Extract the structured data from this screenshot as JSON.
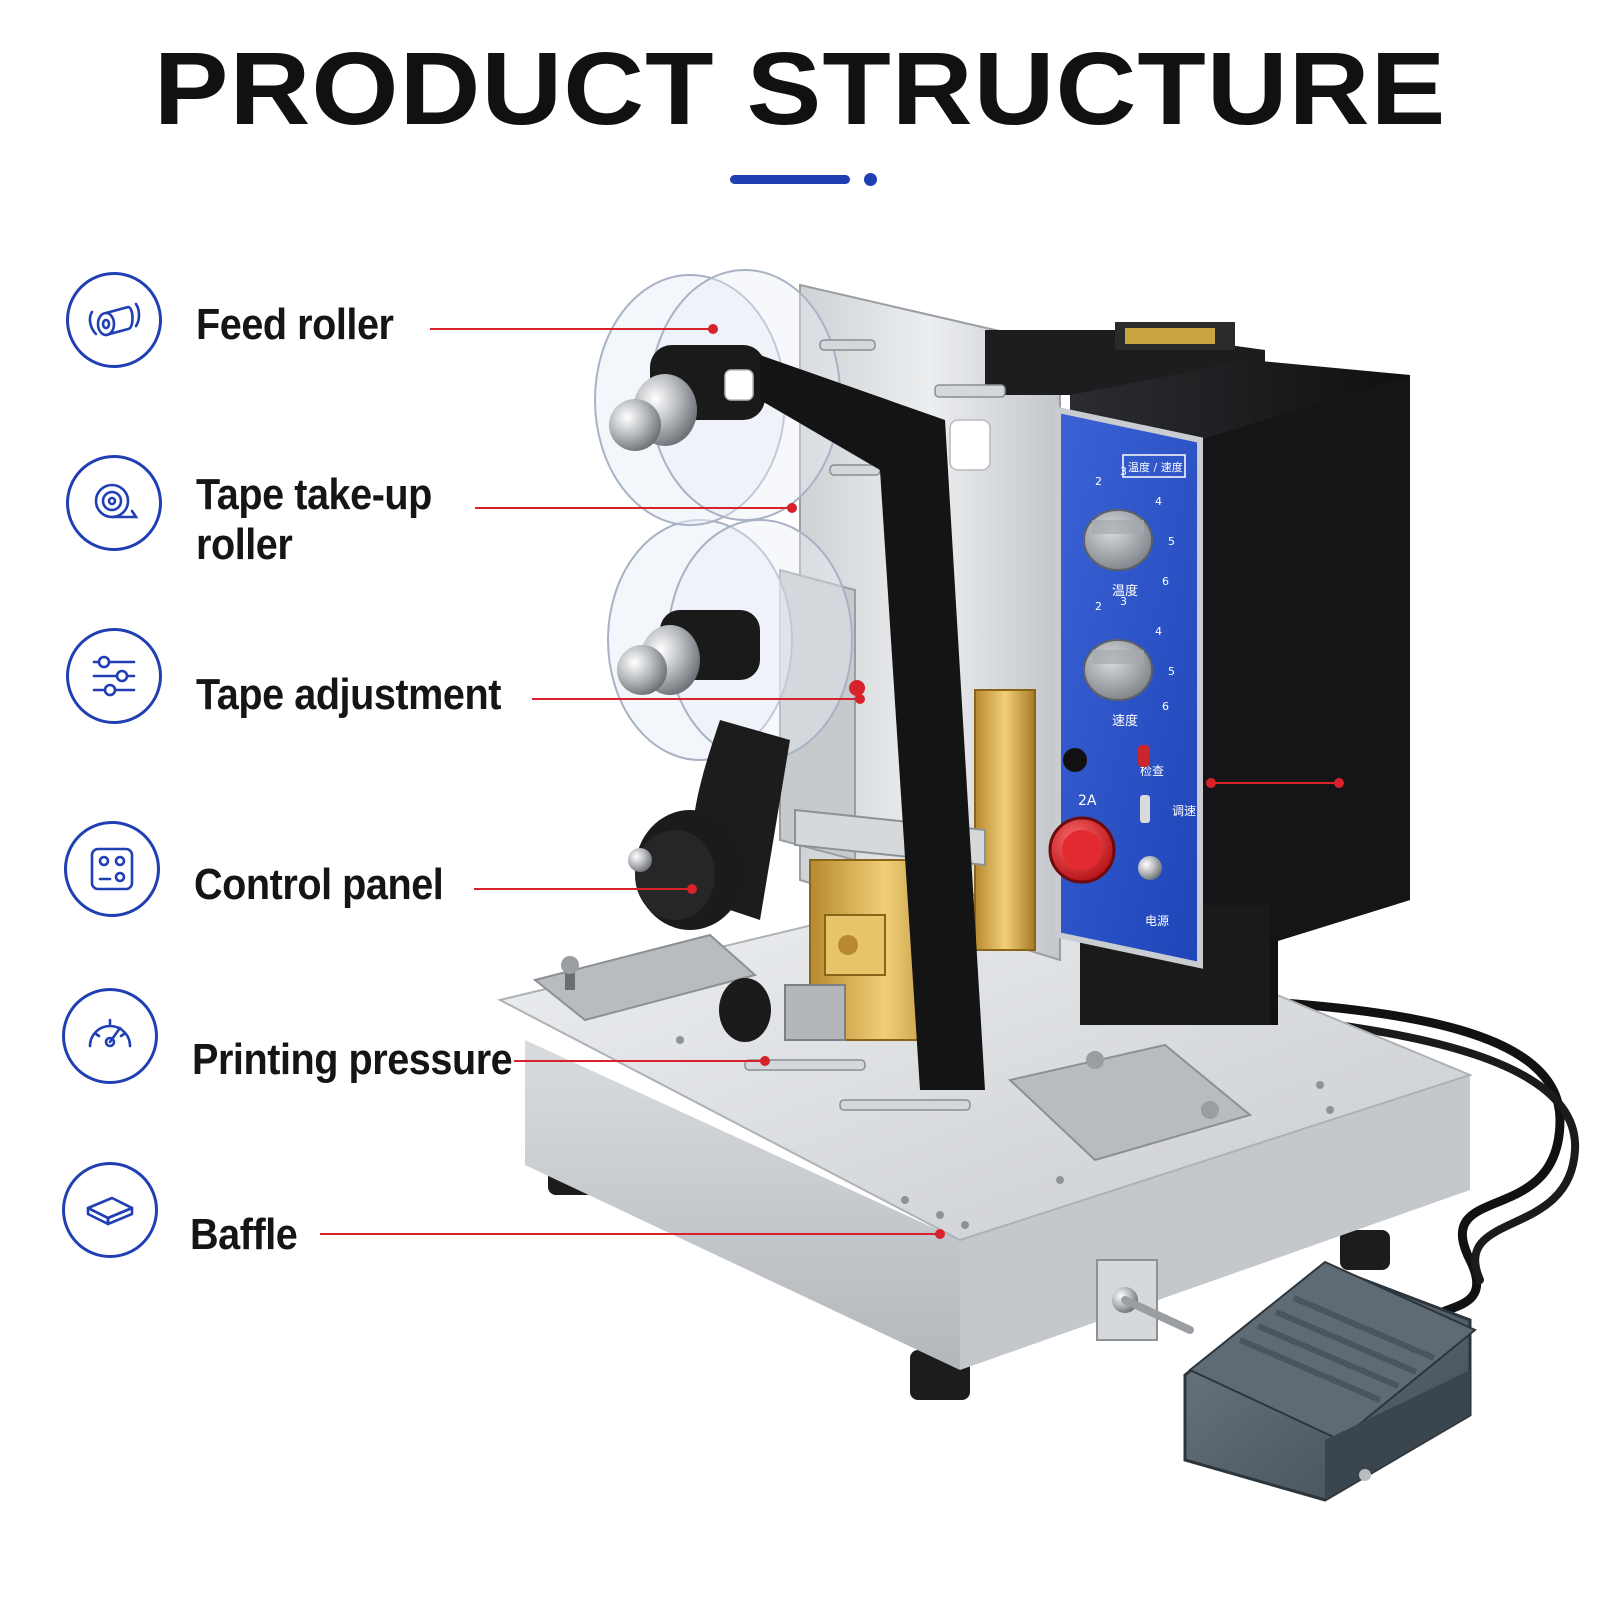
{
  "header": {
    "title": "PRODUCT STRUCTURE",
    "accent_color": "#1f3fb3"
  },
  "callouts": [
    {
      "label": "Feed roller",
      "icon": "feed-roller-icon"
    },
    {
      "label": "Tape take-up\nroller",
      "icon": "tape-roll-icon"
    },
    {
      "label": "Tape adjustment",
      "icon": "sliders-icon"
    },
    {
      "label": "Control panel",
      "icon": "control-panel-icon"
    },
    {
      "label": "Printing pressure",
      "icon": "gauge-icon"
    },
    {
      "label": "Baffle",
      "icon": "plate-icon"
    }
  ],
  "leader_color": "#d8222b",
  "panel": {
    "color": "#2a55c9",
    "header_text": "温度 / 速度",
    "dial1_label": "温度",
    "dial2_label": "速度",
    "dial_ticks": [
      "2",
      "3",
      "4",
      "5",
      "6"
    ],
    "fuse_label": "2A",
    "switch_labels": [
      "检查",
      "调速",
      "电源"
    ]
  }
}
